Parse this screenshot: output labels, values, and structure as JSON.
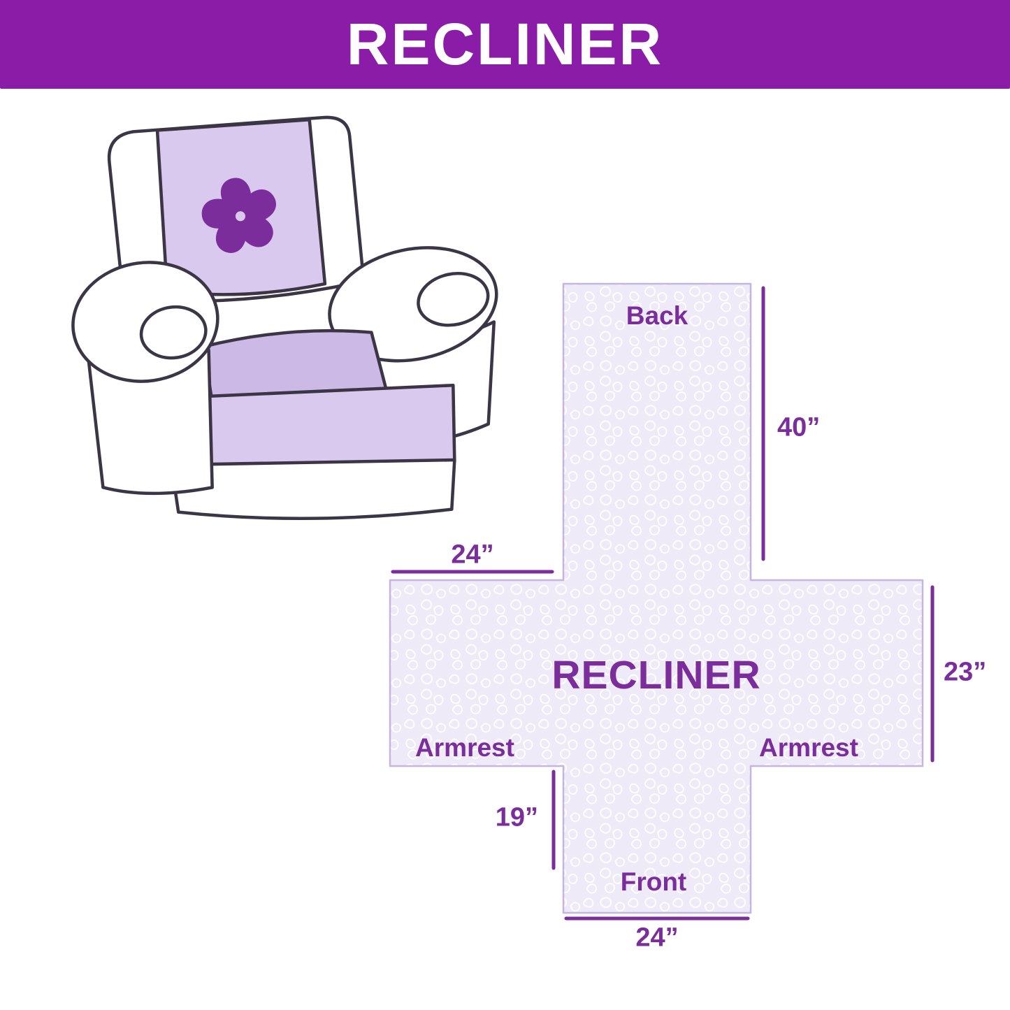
{
  "header": {
    "title": "RECLINER",
    "bg_color": "#8A1CA8",
    "text_color": "#FFFFFF"
  },
  "illustration": {
    "name": "recliner chair with quilted cover",
    "outline_color": "#3B3546",
    "cover_back_color": "#D9C9EE",
    "cover_seat_color": "#CDB9E6",
    "logo_icon": "pinwheel-icon",
    "logo_color": "#7B2D9B"
  },
  "diagram": {
    "product_label": "RECLINER",
    "fill_color": "#EFEAF7",
    "texture": "quilted-squiggle",
    "outline_color": "#C6B5DF",
    "label_color": "#7B2D9B",
    "sections": {
      "back": "Back",
      "front": "Front",
      "armrest_left": "Armrest",
      "armrest_right": "Armrest"
    },
    "dimensions": {
      "back_length": "40”",
      "top_width": "24”",
      "armrest_height": "23”",
      "front_length": "19”",
      "bottom_width": "24”"
    }
  }
}
